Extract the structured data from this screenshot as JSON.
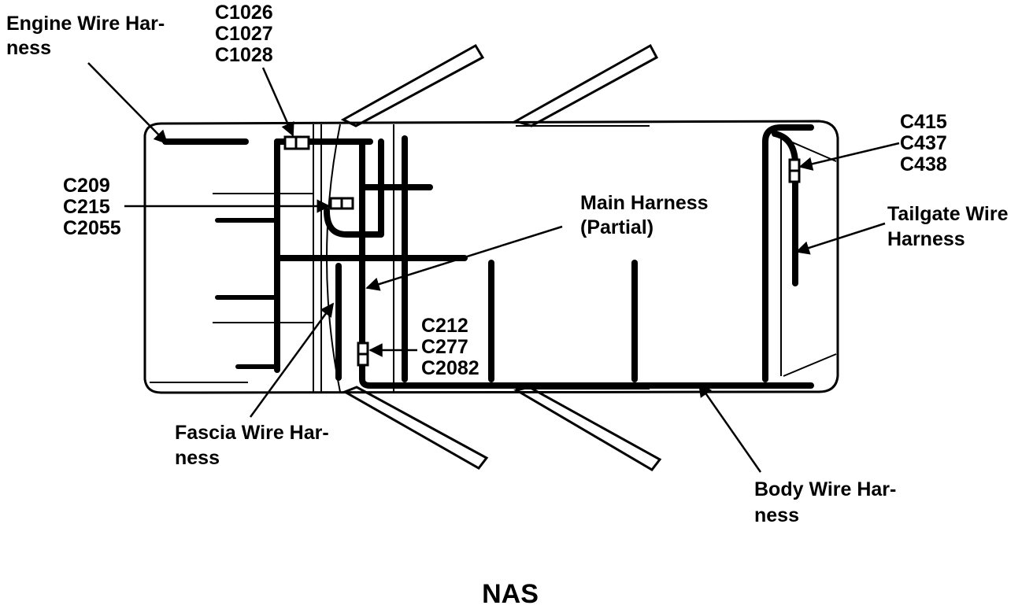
{
  "labels": {
    "engine_harness": [
      "Engine Wire Har-",
      "ness"
    ],
    "connectors_top": [
      "C1026",
      "C1027",
      "C1028"
    ],
    "connectors_left": [
      "C209",
      "C215",
      "C2055"
    ],
    "main_harness": [
      "Main Harness",
      "(Partial)"
    ],
    "connectors_rear": [
      "C415",
      "C437",
      "C438"
    ],
    "tailgate_harness": [
      "Tailgate Wire",
      "Harness"
    ],
    "connectors_mid": [
      "C212",
      "C277",
      "C2082"
    ],
    "fascia_harness": [
      "Fascia Wire Har-",
      "ness"
    ],
    "body_harness": [
      "Body Wire Har-",
      "ness"
    ]
  },
  "caption": "NAS"
}
